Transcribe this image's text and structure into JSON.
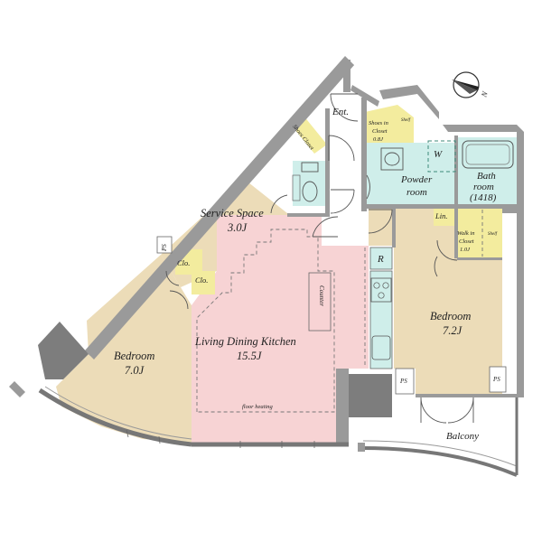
{
  "floor_plan": {
    "rooms": {
      "entrance": {
        "label": "Ent."
      },
      "shoe_closet": {
        "label": "Shoes Closet"
      },
      "shoes_in_closet": {
        "line1": "Shoes in",
        "line2": "Closet",
        "size": "0.8J",
        "shelf": "Shelf"
      },
      "washer": {
        "label": "W"
      },
      "powder_room": {
        "line1": "Powder",
        "line2": "room"
      },
      "bathroom": {
        "line1": "Bath",
        "line2": "room",
        "size": "(1418)"
      },
      "linen": {
        "label": "Lin."
      },
      "walk_in_closet": {
        "line1": "Walk in",
        "line2": "Closet",
        "size": "1.0J",
        "shelf": "Shelf"
      },
      "service_space": {
        "label": "Service Space",
        "size": "3.0J"
      },
      "closet_a": {
        "label": "Clo."
      },
      "closet_b": {
        "label": "Clo."
      },
      "pipe_space_nw": {
        "label": "PS"
      },
      "bedroom_west": {
        "label": "Bedroom",
        "size": "7.0J"
      },
      "ldk": {
        "label": "Living Dining Kitchen",
        "size": "15.5J",
        "note": "floor heating"
      },
      "counter": {
        "label": "Counter"
      },
      "refrigerator": {
        "label": "R"
      },
      "bedroom_east": {
        "label": "Bedroom",
        "size": "7.2J"
      },
      "pipe_space_1": {
        "label": "PS"
      },
      "pipe_space_2": {
        "label": "PS"
      },
      "balcony": {
        "label": "Balcony"
      }
    },
    "compass": {
      "label": "N"
    },
    "colors": {
      "bedroom": "#ecdcb8",
      "ldk": "#f7d3d4",
      "service": "#ecdcb8",
      "closet": "#f3ec9e",
      "wet": "#cfeeea",
      "wall": "#9a9a9a"
    }
  }
}
